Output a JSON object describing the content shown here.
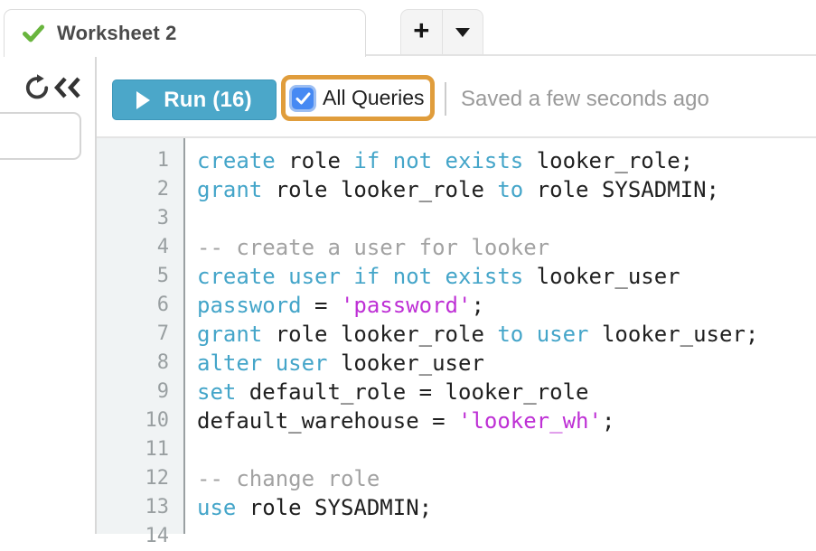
{
  "tab_bar": {
    "active_tab": {
      "label": "Worksheet 2",
      "status_icon": "green-checkmark"
    },
    "new_tab_button_label": "+",
    "tab_menu_button_icon": "caret-down"
  },
  "sidebar": {
    "refresh_icon": "circular-arrow-refresh",
    "collapse_icon": "double-chevron-left"
  },
  "toolbar": {
    "run_button": {
      "label": "Run (16)",
      "query_count": 16,
      "icon": "play-triangle"
    },
    "all_queries_checkbox": {
      "label": "All Queries",
      "checked": true,
      "highlighted": true
    },
    "saved_status": "Saved a few seconds ago"
  },
  "editor": {
    "lines": [
      {
        "number": 1,
        "tokens": [
          {
            "text": "create",
            "type": "keyword"
          },
          {
            "text": " role ",
            "type": "plain"
          },
          {
            "text": "if not exists",
            "type": "keyword"
          },
          {
            "text": " looker_role;",
            "type": "plain"
          }
        ]
      },
      {
        "number": 2,
        "tokens": [
          {
            "text": "grant",
            "type": "keyword"
          },
          {
            "text": " role looker_role ",
            "type": "plain"
          },
          {
            "text": "to",
            "type": "keyword"
          },
          {
            "text": " role SYSADMIN;",
            "type": "plain"
          }
        ]
      },
      {
        "number": 3,
        "tokens": []
      },
      {
        "number": 4,
        "tokens": [
          {
            "text": "-- create a user for looker",
            "type": "comment"
          }
        ]
      },
      {
        "number": 5,
        "tokens": [
          {
            "text": "create user if not exists",
            "type": "keyword"
          },
          {
            "text": " looker_user",
            "type": "plain"
          }
        ]
      },
      {
        "number": 6,
        "tokens": [
          {
            "text": "password",
            "type": "keyword"
          },
          {
            "text": " = ",
            "type": "plain"
          },
          {
            "text": "'password'",
            "type": "string"
          },
          {
            "text": ";",
            "type": "plain"
          }
        ]
      },
      {
        "number": 7,
        "tokens": [
          {
            "text": "grant",
            "type": "keyword"
          },
          {
            "text": " role looker_role ",
            "type": "plain"
          },
          {
            "text": "to user",
            "type": "keyword"
          },
          {
            "text": " looker_user;",
            "type": "plain"
          }
        ]
      },
      {
        "number": 8,
        "tokens": [
          {
            "text": "alter user",
            "type": "keyword"
          },
          {
            "text": " looker_user",
            "type": "plain"
          }
        ]
      },
      {
        "number": 9,
        "tokens": [
          {
            "text": "set",
            "type": "keyword"
          },
          {
            "text": " default_role = looker_role",
            "type": "plain"
          }
        ]
      },
      {
        "number": 10,
        "tokens": [
          {
            "text": "default_warehouse = ",
            "type": "plain"
          },
          {
            "text": "'looker_wh'",
            "type": "string"
          },
          {
            "text": ";",
            "type": "plain"
          }
        ]
      },
      {
        "number": 11,
        "tokens": []
      },
      {
        "number": 12,
        "tokens": [
          {
            "text": "-- change role",
            "type": "comment"
          }
        ]
      },
      {
        "number": 13,
        "tokens": [
          {
            "text": "use",
            "type": "keyword"
          },
          {
            "text": " role SYSADMIN;",
            "type": "plain"
          }
        ]
      },
      {
        "number": 14,
        "tokens": []
      }
    ]
  },
  "colors": {
    "run_button_blue": "#4BA7C9",
    "highlight_orange": "#E09D3C",
    "checkbox_blue": "#4689F3",
    "checkbox_halo": "#9CBEF2",
    "tab_check_green": "#69B53E",
    "syntax_keyword": "#44A5C9",
    "syntax_string": "#BE30D5",
    "syntax_comment": "#A2A2A2",
    "syntax_plain": "#202020",
    "gutter_bg": "#F0F3F4"
  }
}
